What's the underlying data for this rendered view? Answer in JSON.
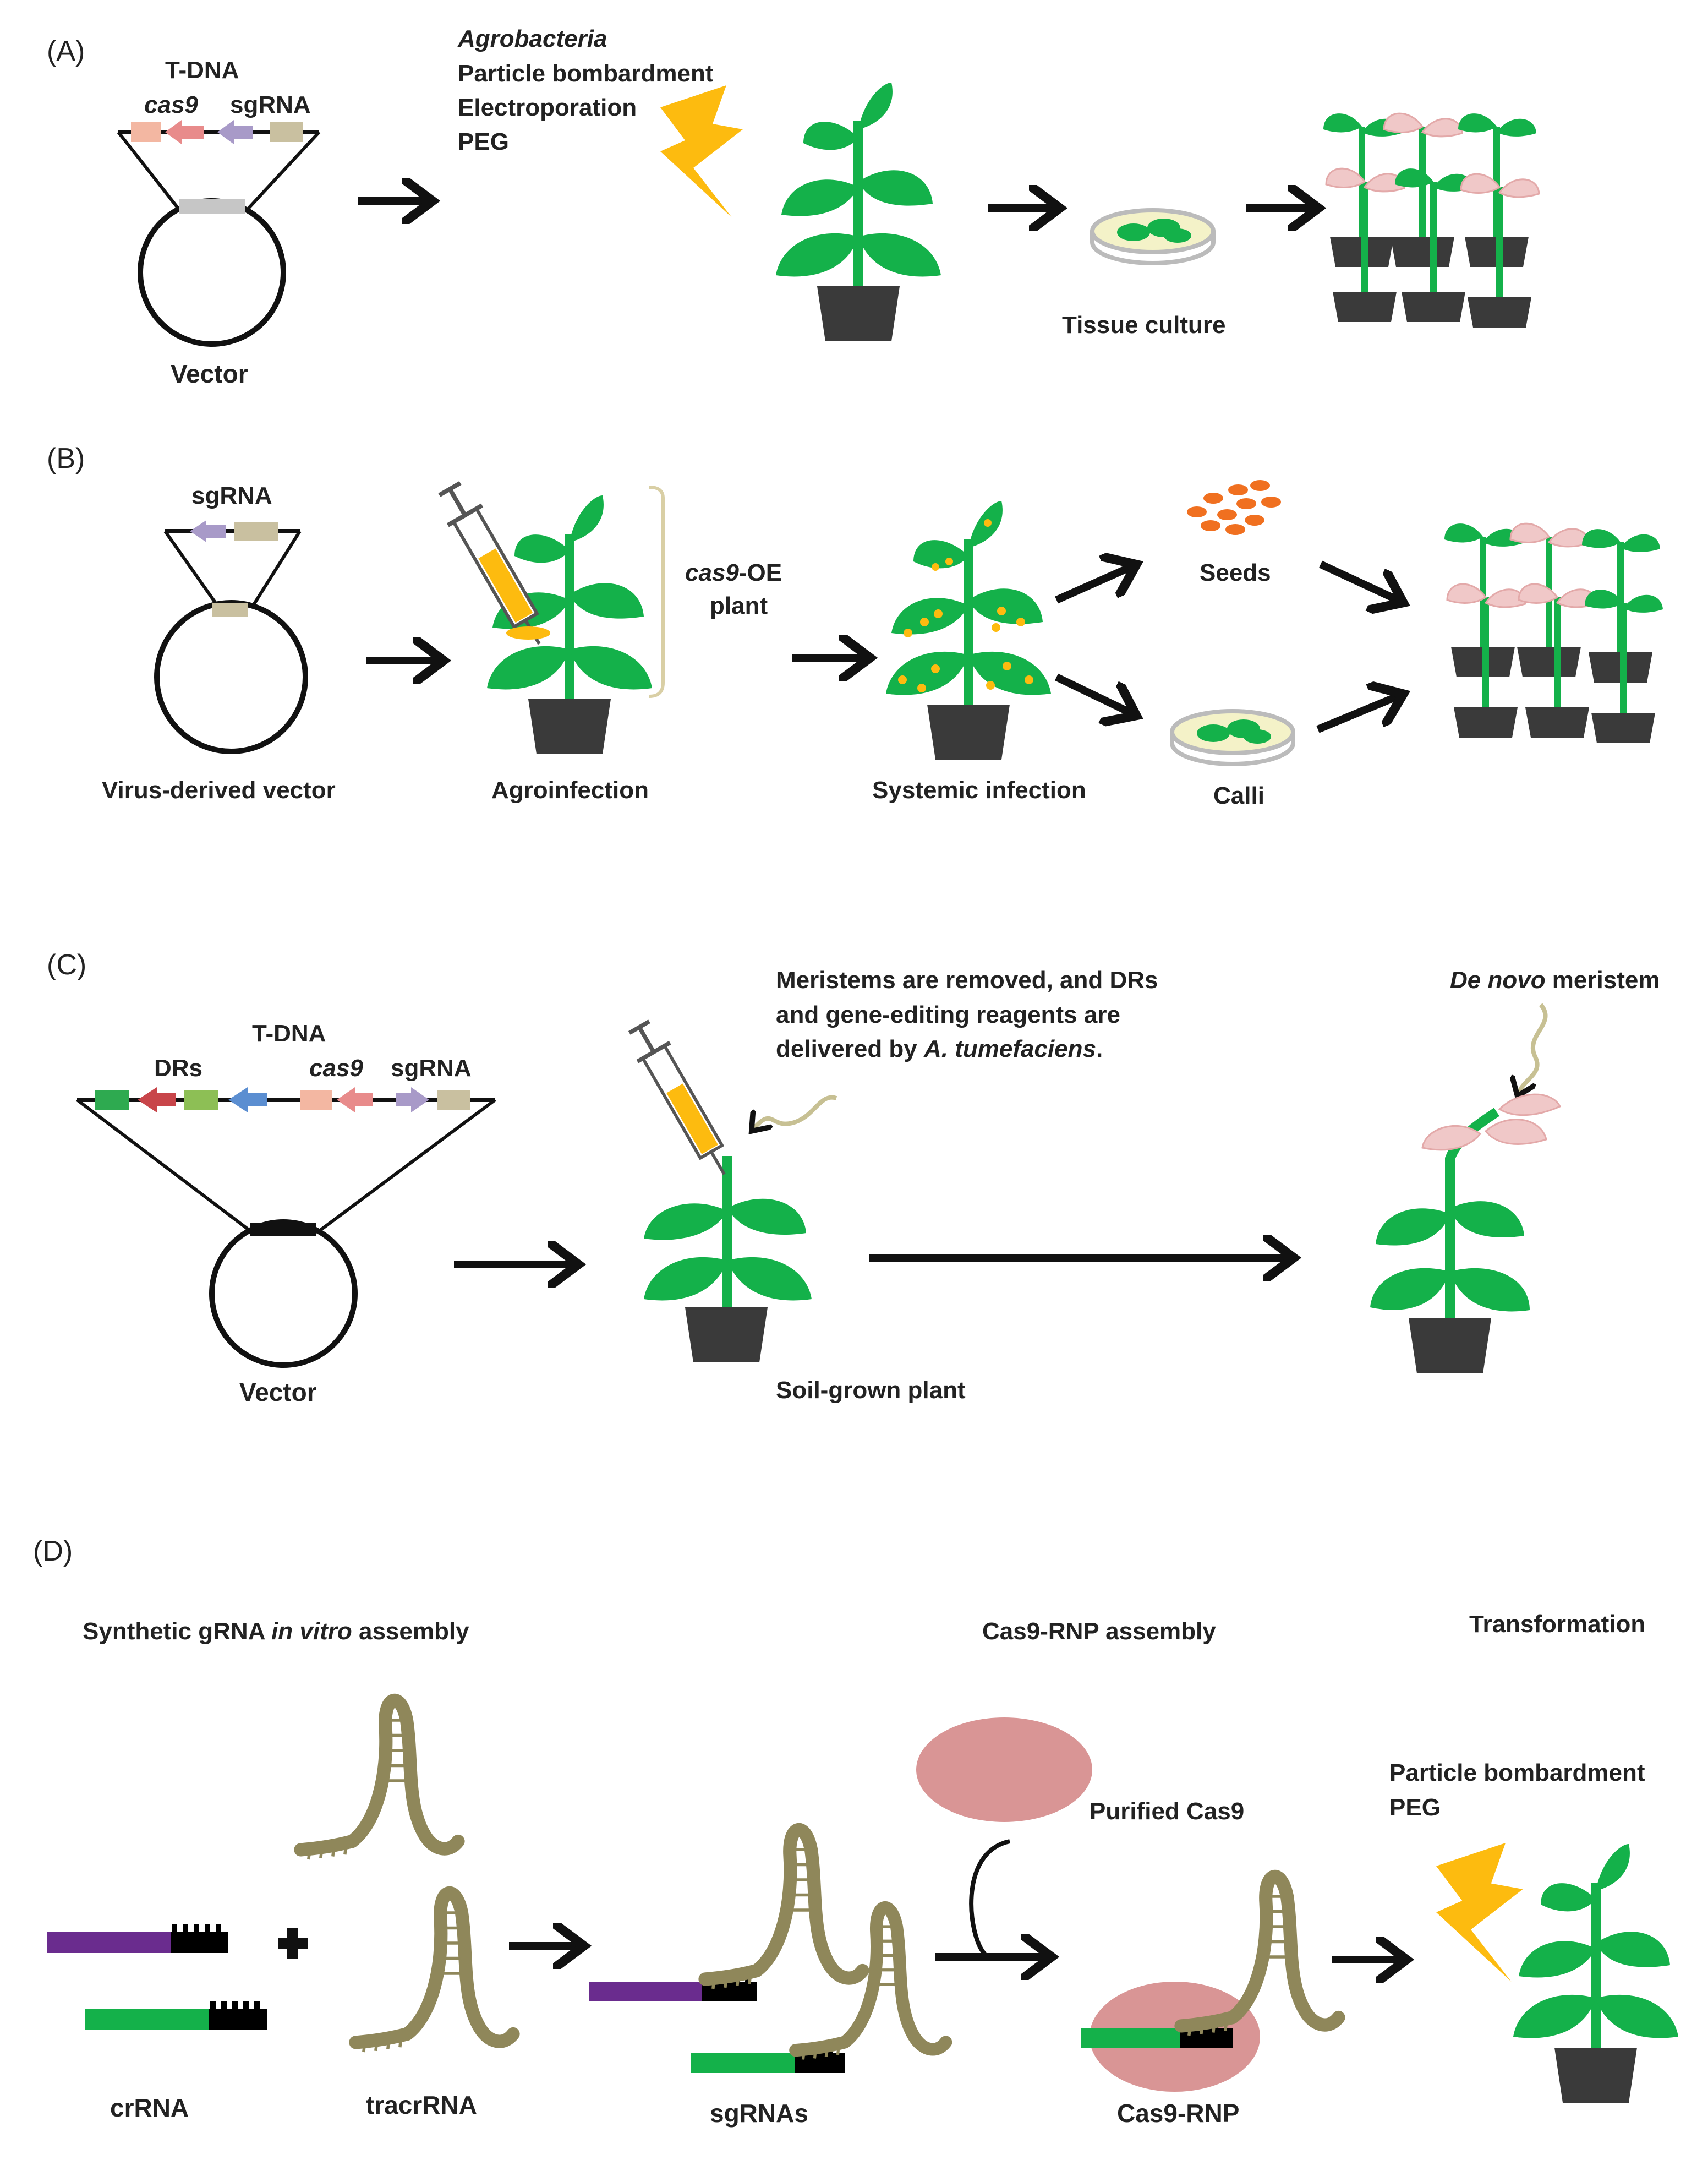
{
  "panels": {
    "a": {
      "label": "(A)",
      "tdna": "T-DNA",
      "cas9": "cas9",
      "sgrna": "sgRNA",
      "vector": "Vector",
      "methods": [
        "Agrobacteria",
        "Particle bombardment",
        "Electroporation",
        "PEG"
      ],
      "tissue_culture": "Tissue culture"
    },
    "b": {
      "label": "(B)",
      "sgrna": "sgRNA",
      "vector": "Virus-derived vector",
      "agroinfection": "Agroinfection",
      "cas9_oe": "cas9",
      "cas9_oe_suffix": "-OE",
      "plant": "plant",
      "systemic": "Systemic infection",
      "seeds": "Seeds",
      "calli": "Calli"
    },
    "c": {
      "label": "(C)",
      "tdna": "T-DNA",
      "drs": "DRs",
      "cas9": "cas9",
      "sgrna": "sgRNA",
      "vector": "Vector",
      "soil_plant": "Soil-grown plant",
      "note_line1": "Meristems are removed, and DRs",
      "note_line2": "and gene-editing reagents are",
      "note_line3_prefix": "delivered by ",
      "note_line3_italic": "A. tumefaciens",
      "note_line3_suffix": ".",
      "denovo_italic": "De novo",
      "denovo_rest": " meristem"
    },
    "d": {
      "label": "(D)",
      "synthetic_prefix": "Synthetic gRNA ",
      "synthetic_italic": "in vitro",
      "synthetic_suffix": " assembly",
      "rnp_assembly": "Cas9-RNP assembly",
      "transformation": "Transformation",
      "purified": "Purified Cas9",
      "methods": [
        "Particle bombardment",
        "PEG"
      ],
      "crrna": "crRNA",
      "tracrrna": "tracrRNA",
      "sgrnas": "sgRNAs",
      "rnp": "Cas9-RNP"
    }
  },
  "colors": {
    "leaf_green": "#14b14a",
    "pink_leaf": "#f0c8c8",
    "pot": "#3a3a3a",
    "bolt": "#fdbb0f",
    "rna_olive": "#8f875a",
    "crrna_purple": "#6a2c8e",
    "cas9_pink": "#d99595",
    "seed_orange": "#f07020",
    "cas9_block": "#f3b7a2",
    "sg_block": "#c9c0a0",
    "arrow_pink": "#e88b8b",
    "arrow_purple": "#a89ac8",
    "dr_green": "#2eaa50",
    "dr_red": "#c8454a",
    "dr_lightgreen": "#8dbf55",
    "dr_blue": "#5b8ed1"
  }
}
